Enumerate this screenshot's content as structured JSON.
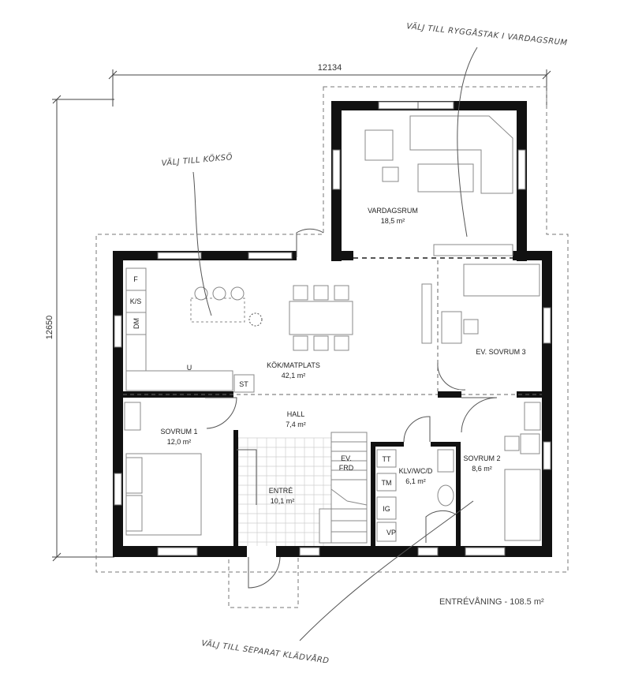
{
  "dimensions": {
    "width": "12134",
    "height": "12650"
  },
  "rooms": {
    "vardagsrum": {
      "name": "VARDAGSRUM",
      "area": "18,5 m²"
    },
    "kok": {
      "name": "KÖK/MATPLATS",
      "area": "42,1 m²"
    },
    "sovrum3": {
      "name": "EV. SOVRUM 3",
      "area": ""
    },
    "hall": {
      "name": "HALL",
      "area": "7,4 m²"
    },
    "sovrum1": {
      "name": "SOVRUM 1",
      "area": "12,0 m²"
    },
    "entre": {
      "name": "ENTRÉ",
      "area": "10,1 m²"
    },
    "klv": {
      "name": "KLV/WC/D",
      "area": "6,1 m²"
    },
    "sovrum2": {
      "name": "SOVRUM 2",
      "area": "8,6 m²"
    },
    "evfrd": {
      "name": "EV.",
      "name2": "FRD"
    }
  },
  "fixtures": {
    "f": "F",
    "ks": "K/S",
    "dm": "DM",
    "u": "U",
    "st": "ST",
    "tt": "TT",
    "tm": "TM",
    "ig": "IG",
    "vp": "VP"
  },
  "notes": {
    "ryggastak": "VÄLJ TILL RYGGÅSTAK I VARDAGSRUM",
    "kokso": "VÄLJ TILL KÖKSÖ",
    "kladvard": "VÄLJ TILL SEPARAT KLÄDVÅRD"
  },
  "footer": {
    "floor": "ENTRÉVÅNING - 108.5 m²"
  }
}
